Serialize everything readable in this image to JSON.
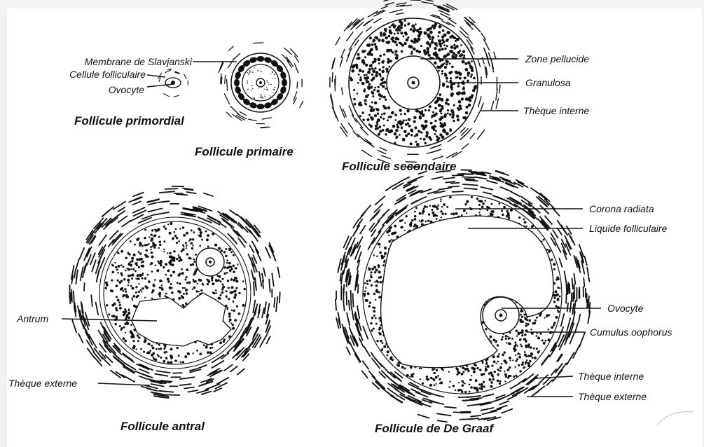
{
  "titles": {
    "primordial": "Follicule primordial",
    "primaire": "Follicule primaire",
    "secondaire": "Follicule secondaire",
    "antral": "Follicule antral",
    "degraaf": "Follicule de De Graaf"
  },
  "labels": {
    "slavjanski": "Membrane de Slavjanski",
    "cellule_folliculaire": "Cellule folliculaire",
    "ovocyte_primordial": "Ovocyte",
    "zone_pellucide": "Zone pellucide",
    "granulosa": "Granulosa",
    "theque_interne_secondaire": "Thèque interne",
    "antrum": "Antrum",
    "theque_externe_antral": "Thèque externe",
    "corona_radiata": "Corona radiata",
    "liquide_folliculaire": "Liquide folliculaire",
    "ovocyte_graaf": "Ovocyte",
    "cumulus": "Cumulus oophorus",
    "theque_interne_graaf": "Thèque interne",
    "theque_externe_graaf": "Thèque externe"
  }
}
